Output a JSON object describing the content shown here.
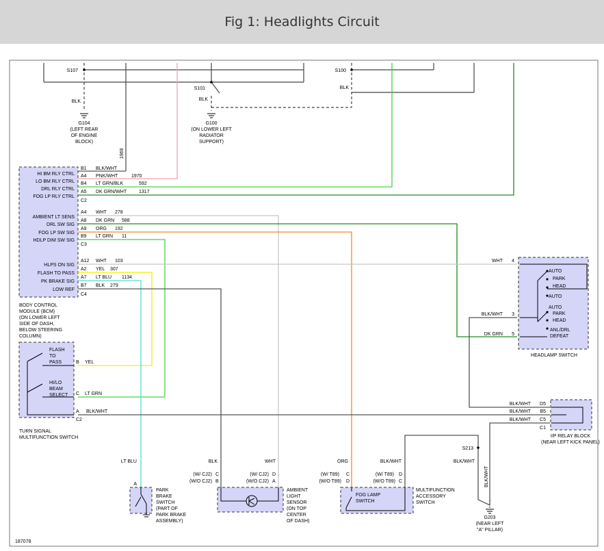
{
  "title": "Fig 1: Headlights Circuit",
  "diagram_id": "187078",
  "colors": {
    "header_bg": "#d6d6d6",
    "component_fill": "#d5d5f8",
    "pnk_wht": "#f2a0b8",
    "lt_grn": "#44d244",
    "dk_grn": "#1f8a1f",
    "org": "#f08a1e",
    "yel": "#f0f000",
    "lt_blu": "#4fdcdc",
    "wht_wire": "#c8c8c8",
    "blk_wire": "#555555"
  },
  "splices": {
    "s107": "S107",
    "s101": "S101",
    "s100": "S100",
    "s213": "S213"
  },
  "grounds": {
    "g104": {
      "id": "G104",
      "lines": [
        "(LEFT REAR",
        "OF ENGINE",
        "BLOCK)"
      ]
    },
    "g100": {
      "id": "G100",
      "lines": [
        "(ON LOWER LEFT",
        "RADIATOR",
        "SUPPORT)"
      ]
    },
    "g203": {
      "id": "G203",
      "lines": [
        "(NEAR LEFT",
        "\"A\" PILLAR)"
      ]
    }
  },
  "wire_labels": {
    "blk": "BLK",
    "wht": "WHT",
    "lt_blu": "LT BLU",
    "org": "ORG",
    "blk_wht": "BLK/WHT",
    "dk_grn": "DK GRN",
    "yel": "YEL",
    "lt_grn": "LT GRN",
    "circuit_1969": "1969"
  },
  "bcm": {
    "caption": [
      "BODY CONTROL",
      "MODULE (BCM)",
      "(ON LOWER LEFT",
      "SIDE OF DASH,",
      "BELOW STEERING",
      "COLUMN)"
    ],
    "pins": [
      {
        "name": "HI BM RLY CTRL",
        "pin": "B1",
        "wire": "BLK/WHT",
        "circuit": ""
      },
      {
        "name": "LO BM RLY CTRL",
        "pin": "A4",
        "wire": "PNK/WHT",
        "circuit": "1970"
      },
      {
        "name": "DRL RLY CTRL",
        "pin": "B4",
        "wire": "LT GRN/BLK",
        "circuit": "592"
      },
      {
        "name": "FOG LP RLY CTRL",
        "pin": "A5",
        "wire": "DK GRN/WHT",
        "circuit": "1317"
      },
      {
        "name": "",
        "pin": "C2",
        "wire": "",
        "circuit": ""
      },
      {
        "name": "AMBIENT LT SENS",
        "pin": "A4",
        "wire": "WHT",
        "circuit": "278"
      },
      {
        "name": "DRL SW SIG",
        "pin": "A8",
        "wire": "DK GRN",
        "circuit": "588"
      },
      {
        "name": "FOG LP SW SIG",
        "pin": "A9",
        "wire": "ORG",
        "circuit": "192"
      },
      {
        "name": "HDLP DIM SW SIG",
        "pin": "B9",
        "wire": "LT GRN",
        "circuit": "11"
      },
      {
        "name": "",
        "pin": "C3",
        "wire": "",
        "circuit": ""
      },
      {
        "name": "HLPS ON SIG",
        "pin": "A12",
        "wire": "WHT",
        "circuit": "103"
      },
      {
        "name": "FLASH TO PASS",
        "pin": "A2",
        "wire": "YEL",
        "circuit": "307"
      },
      {
        "name": "PK BRAKE SIG",
        "pin": "A7",
        "wire": "LT BLU",
        "circuit": "1134"
      },
      {
        "name": "LOW REF",
        "pin": "B7",
        "wire": "BLK",
        "circuit": "279"
      },
      {
        "name": "",
        "pin": "C4",
        "wire": "",
        "circuit": ""
      }
    ]
  },
  "headlamp_switch": {
    "caption": "HEADLAMP SWITCH",
    "pins": [
      "4",
      "3",
      "5"
    ],
    "labels": [
      "AUTO",
      "PARK",
      "HEAD",
      "AUTO",
      "AUTO",
      "PARK",
      "HEAD",
      "ANL/DRL",
      "DEFEAT"
    ]
  },
  "turn_signal": {
    "caption": [
      "TURN SIGNAL",
      "MULTIFUNCTION SWITCH"
    ],
    "labels": [
      "FLASH",
      "TO",
      "PASS",
      "HI/LO",
      "BEAM",
      "SELECT"
    ],
    "pins": [
      "B",
      "C",
      "A",
      "C2"
    ]
  },
  "relay_block": {
    "caption": [
      "I/P RELAY BLOCK",
      "(NEAR LEFT KICK PANEL)"
    ],
    "pins": [
      "D5",
      "B5",
      "C5",
      "C1"
    ]
  },
  "park_brake": {
    "caption": [
      "PARK",
      "BRAKE",
      "SWITCH",
      "(PART OF",
      "PARK BRAKE",
      "ASSEMBLY)"
    ],
    "pin": "A"
  },
  "ambient_sensor": {
    "caption": [
      "AMBIENT",
      "LIGHT",
      "SENSOR",
      "(ON TOP",
      "CENTER",
      "OF DASH)"
    ],
    "cond": [
      "(W/ CJ2)",
      "(W/O CJ2)",
      "(W/ CJ2)",
      "(W/O CJ2)"
    ],
    "pins": [
      "C",
      "B",
      "D",
      "A"
    ]
  },
  "fog_switch": {
    "label": [
      "FOG LAMP",
      "SWITCH"
    ],
    "caption": [
      "MULTIFUNCTION",
      "ACCESSORY",
      "SWITCH"
    ],
    "cond": [
      "(W/ T89)",
      "(W/O T89)",
      "(W/ T89)",
      "(W/O T89)"
    ],
    "pins": [
      "C",
      "D",
      "D",
      "C"
    ]
  }
}
